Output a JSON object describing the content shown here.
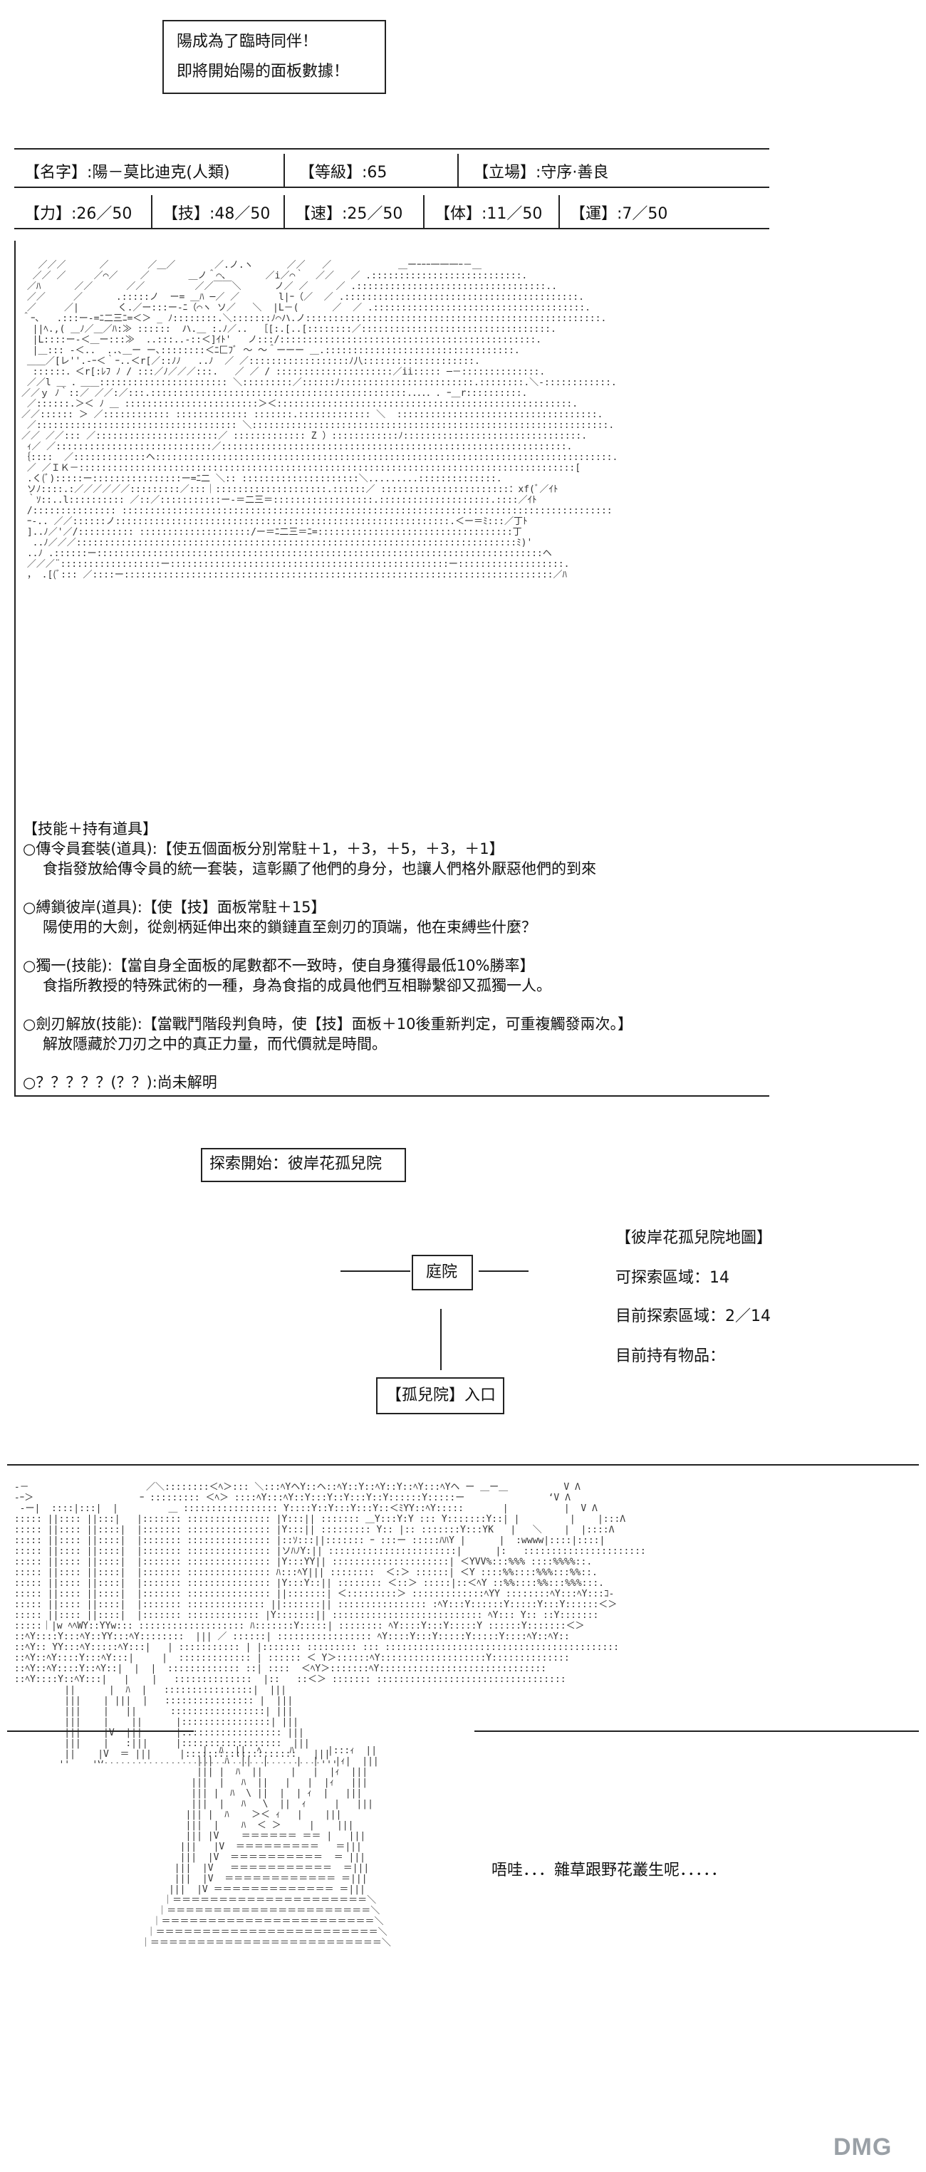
{
  "intro": {
    "line1": "陽成為了臨時同伴！",
    "line2": "即將開始陽的面板數據！"
  },
  "profile": {
    "name": "【名字】:陽－莫比迪克(人類)",
    "level": "【等級】:65",
    "stance": "【立場】:守序·善良"
  },
  "stats": {
    "power": "【力】:26／50",
    "skill": "【技】:48／50",
    "speed": "【速】:25／50",
    "body": "【体】:11／50",
    "luck": "【運】:7／50"
  },
  "skills": {
    "header": "【技能＋持有道具】",
    "items": [
      {
        "title": "○傳令員套裝(道具):【使五個面板分別常駐＋1，＋3，＋5，＋3，＋1】",
        "desc": "食指發放給傳令員的統一套裝，這彰顯了他們的身分，也讓人們格外厭惡他們的到來"
      },
      {
        "title": "○縛鎖彼岸(道具):【使【技】面板常駐＋15】",
        "desc": "陽使用的大劍，從劍柄延伸出來的鎖鏈直至劍刃的頂端，他在束縛些什麼？"
      },
      {
        "title": "○獨一(技能):【當自身全面板的尾數都不一致時，使自身獲得最低10%勝率】",
        "desc": "食指所教授的特殊武術的一種，身為食指的成員他們互相聯繫卻又孤獨一人。"
      },
      {
        "title": "○劍刃解放(技能):【當戰鬥階段判負時，使【技】面板＋10後重新判定，可重複觸發兩次。】",
        "desc": "解放隱藏於刀刃之中的真正力量，而代價就是時間。"
      },
      {
        "title": "○？？？？？(？？):尚未解明",
        "desc": ""
      }
    ]
  },
  "explore": {
    "start": "探索開始：彼岸花孤兒院"
  },
  "map": {
    "node_courtyard": "庭院",
    "node_entrance": "【孤兒院】入口"
  },
  "map_info": {
    "title": "【彼岸花孤兒院地圖】",
    "explorable": "可探索區域：14",
    "explored": "目前探索區域：2／14",
    "items": "目前持有物品："
  },
  "dialogue": {
    "line": "唔哇．．．雜草跟野花叢生呢．．．．．"
  },
  "watermark": {
    "text": "DMG"
  },
  "colors": {
    "line": "#222222",
    "ascii": "#333333",
    "watermark": "#9aa0a6"
  }
}
